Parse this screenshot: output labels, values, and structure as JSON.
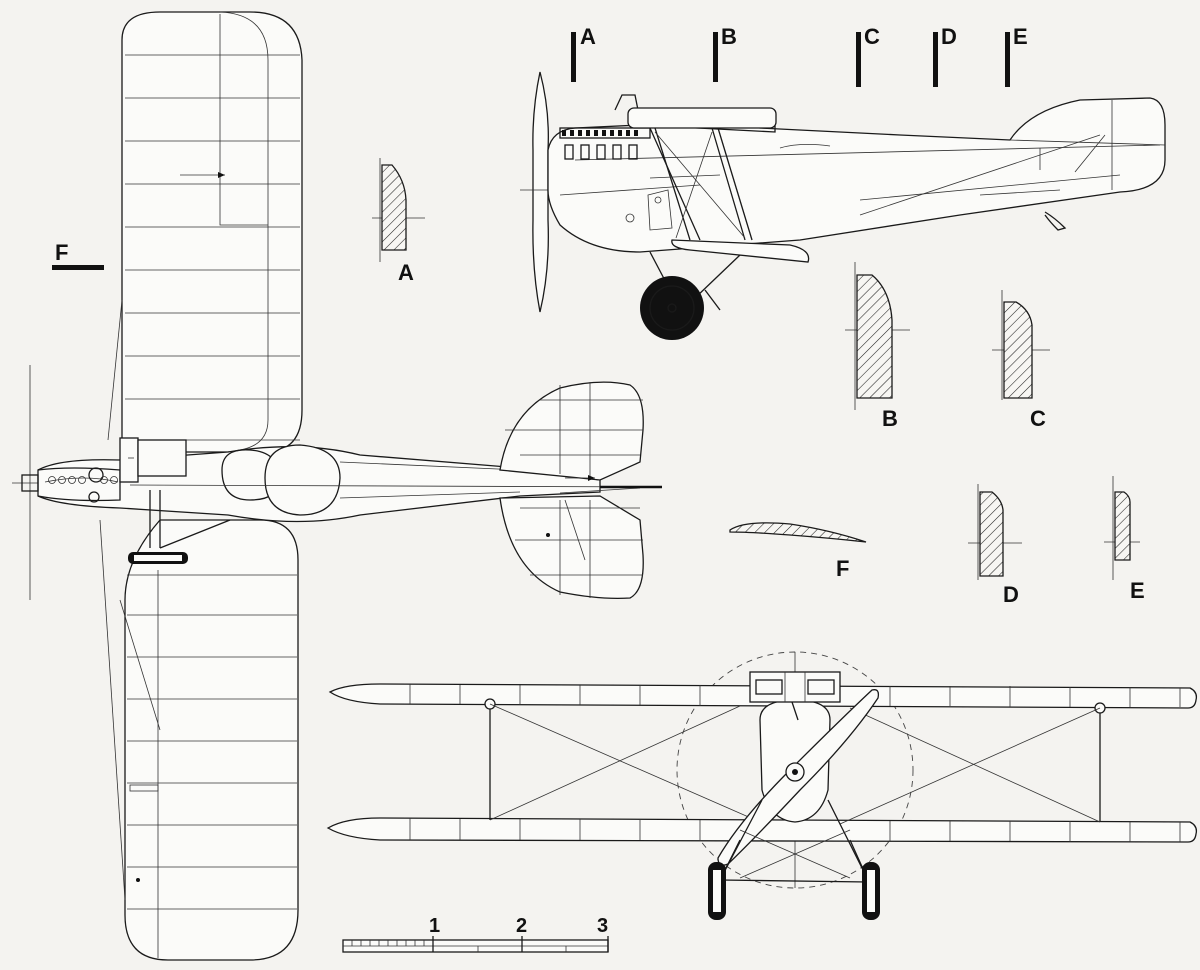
{
  "section_markers": {
    "a": "A",
    "b": "B",
    "c": "C",
    "d": "D",
    "e": "E",
    "f": "F"
  },
  "section_labels": {
    "a": "A",
    "b": "B",
    "c": "C",
    "d": "D",
    "e": "E",
    "f": "F"
  },
  "scale_bar": {
    "ticks": [
      "1",
      "2",
      "3"
    ]
  }
}
